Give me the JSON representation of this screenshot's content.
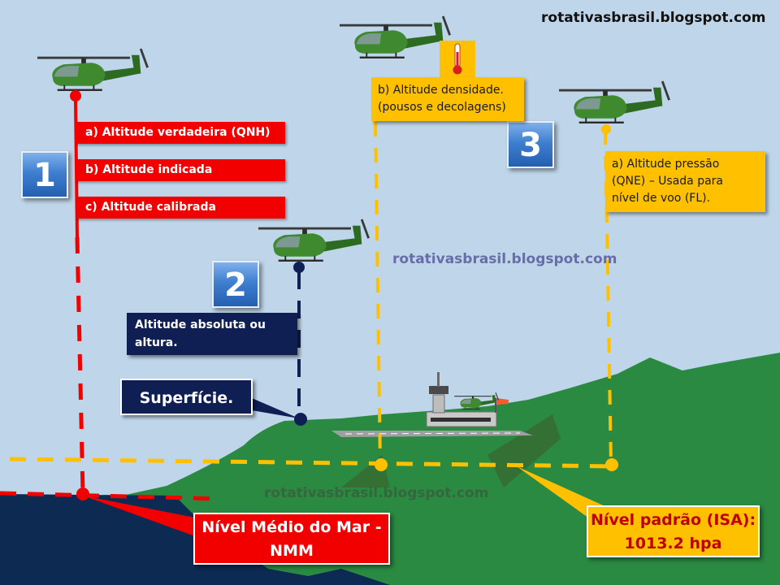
{
  "watermarks": {
    "top": "rotativasbrasil.blogspot.com",
    "middle": "rotativasbrasil.blogspot.com",
    "bottom": "rotativasbrasil.blogspot.com"
  },
  "group1": {
    "number": "1",
    "labels": [
      "a) Altitude verdadeira (QNH)",
      "b) Altitude indicada",
      "c) Altitude calibrada"
    ]
  },
  "group2": {
    "number": "2",
    "label_line1": "Altitude absoluta ou",
    "label_line2": "altura.",
    "surface_label": "Superfície."
  },
  "group3": {
    "number": "3",
    "density_line1": "b) Altitude densidade.",
    "density_line2": "(pousos e decolagens)",
    "pressure_line1": "a) Altitude pressão",
    "pressure_line2": "(QNE) – Usada para",
    "pressure_line3": "nível de voo (FL)."
  },
  "sea_level": {
    "line1": "Nível Médio do Mar -",
    "line2": "NMM"
  },
  "standard_level": {
    "line1": "Nível padrão (ISA):",
    "line2": "1013.2 hpa"
  },
  "icons": [
    "helicopter-icon",
    "thermometer-icon",
    "control-tower-icon",
    "windsock-icon"
  ],
  "colors": {
    "sky": "#bfd6ea",
    "sea": "#0c2a52",
    "land": "#2a8a41",
    "red": "#f20000",
    "yellow": "#ffc000",
    "navy": "#0f1f54"
  }
}
